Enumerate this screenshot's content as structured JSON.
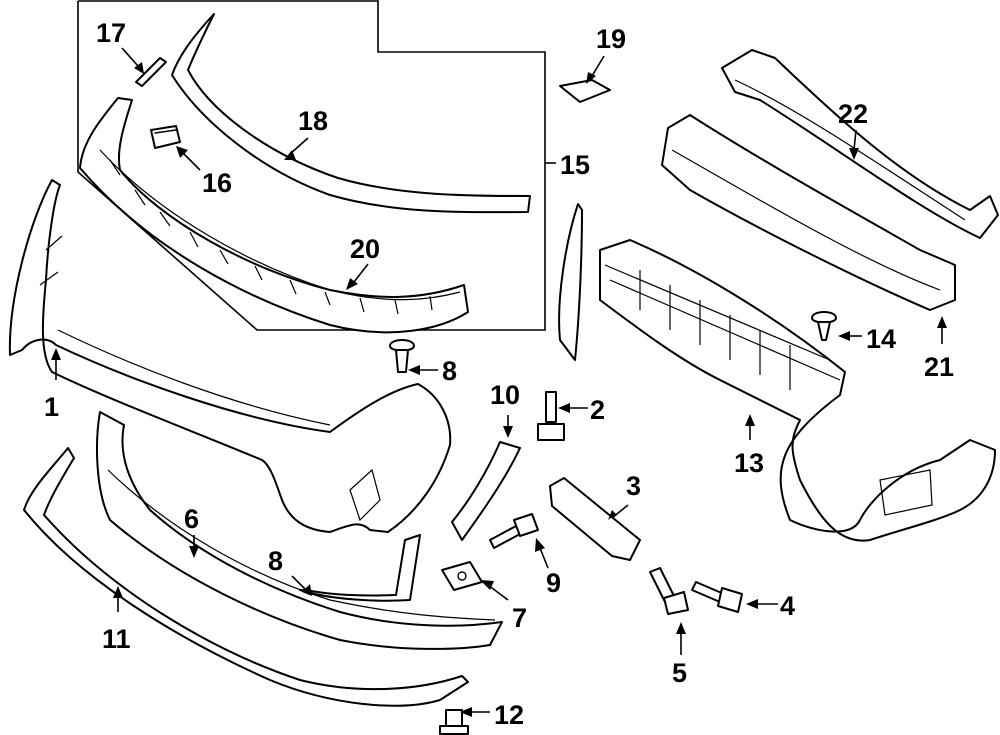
{
  "callouts": {
    "c1": "1",
    "c2": "2",
    "c3": "3",
    "c4": "4",
    "c5": "5",
    "c6": "6",
    "c7": "7",
    "c8a": "8",
    "c8b": "8",
    "c9": "9",
    "c10": "10",
    "c11": "11",
    "c12": "12",
    "c13": "13",
    "c14": "14",
    "c15": "15",
    "c16": "16",
    "c17": "17",
    "c18": "18",
    "c19": "19",
    "c20": "20",
    "c21": "21",
    "c22": "22"
  }
}
